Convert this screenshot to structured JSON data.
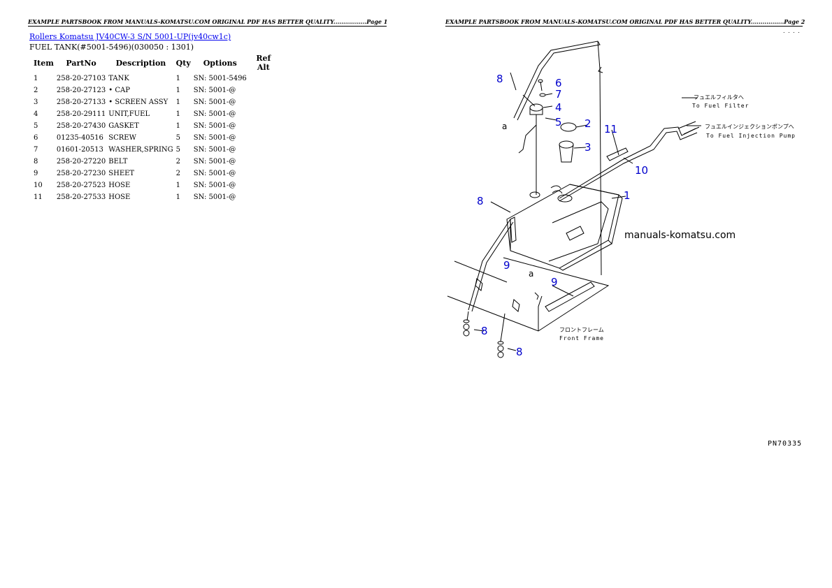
{
  "headers": {
    "page1": "EXAMPLE PARTSBOOK FROM MANUALS-KOMATSU.COM ORIGINAL PDF HAS BETTER QUALITY.................Page 1",
    "page2": "EXAMPLE PARTSBOOK FROM MANUALS-KOMATSU.COM ORIGINAL PDF HAS BETTER QUALITY.................Page 2",
    "page2_dots": ". . . ."
  },
  "title_link": "Rollers Komatsu JV40CW-3 S/N 5001-UP(jv40cw1c)",
  "subtitle": "FUEL TANK(#5001-5496)(030050 : 1301)",
  "table": {
    "columns": [
      "Item",
      "PartNo",
      "Description",
      "Qty",
      "Options",
      "Ref Alt"
    ],
    "rows": [
      {
        "item": "1",
        "part_no": "258-20-27103",
        "description": "TANK",
        "qty": "1",
        "options": "SN: 5001-5496",
        "ref_alt": ""
      },
      {
        "item": "2",
        "part_no": "258-20-27123",
        "description": "• CAP",
        "qty": "1",
        "options": "SN: 5001-@",
        "ref_alt": ""
      },
      {
        "item": "3",
        "part_no": "258-20-27133",
        "description": "• SCREEN ASSY",
        "qty": "1",
        "options": "SN: 5001-@",
        "ref_alt": ""
      },
      {
        "item": "4",
        "part_no": "258-20-29111",
        "description": "UNIT,FUEL",
        "qty": "1",
        "options": "SN: 5001-@",
        "ref_alt": ""
      },
      {
        "item": "5",
        "part_no": "258-20-27430",
        "description": "GASKET",
        "qty": "1",
        "options": "SN: 5001-@",
        "ref_alt": ""
      },
      {
        "item": "6",
        "part_no": "01235-40516",
        "description": "SCREW",
        "qty": "5",
        "options": "SN: 5001-@",
        "ref_alt": ""
      },
      {
        "item": "7",
        "part_no": "01601-20513",
        "description": "WASHER,SPRING",
        "qty": "5",
        "options": "SN: 5001-@",
        "ref_alt": ""
      },
      {
        "item": "8",
        "part_no": "258-20-27220",
        "description": "BELT",
        "qty": "2",
        "options": "SN: 5001-@",
        "ref_alt": ""
      },
      {
        "item": "9",
        "part_no": "258-20-27230",
        "description": "SHEET",
        "qty": "2",
        "options": "SN: 5001-@",
        "ref_alt": ""
      },
      {
        "item": "10",
        "part_no": "258-20-27523",
        "description": "HOSE",
        "qty": "1",
        "options": "SN: 5001-@",
        "ref_alt": ""
      },
      {
        "item": "11",
        "part_no": "258-20-27533",
        "description": "HOSE",
        "qty": "1",
        "options": "SN: 5001-@",
        "ref_alt": ""
      }
    ]
  },
  "diagram": {
    "callouts": [
      "8",
      "6",
      "7",
      "4",
      "5",
      "2",
      "3",
      "11",
      "10",
      "1",
      "8",
      "9",
      "9",
      "8",
      "8"
    ],
    "label_a": "a",
    "to_fuel_filter_jp": "フュエルフィルタへ",
    "to_fuel_filter_en": "To Fuel Filter",
    "to_injection_pump_jp": "フュエルインジェクションポンプへ",
    "to_injection_pump_en": "To Fuel Injection Pump",
    "front_frame_jp": "フロントフレーム",
    "front_frame_en": "Front Frame",
    "watermark": "manuals-komatsu.com",
    "drawing_number": "PN70335"
  }
}
